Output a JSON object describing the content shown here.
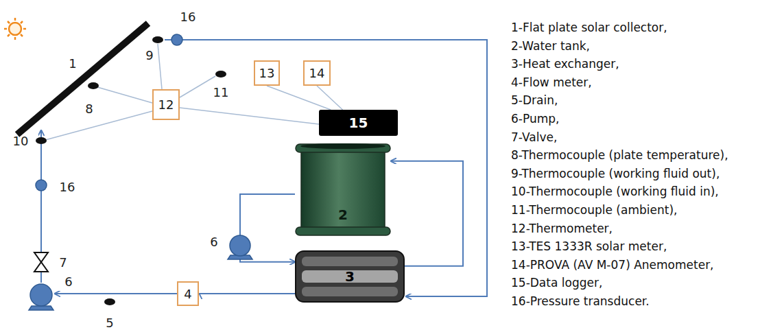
{
  "diagram": {
    "nodes": [
      {
        "text": [
          "13"
        ]
      },
      {
        "text": [
          "14"
        ]
      },
      {
        "text": [
          "12"
        ]
      },
      {
        "text": [
          "15"
        ]
      },
      {
        "text": [
          "2"
        ]
      },
      {
        "text": [
          "3"
        ]
      },
      {
        "text": [
          "4"
        ]
      }
    ],
    "edges": [
      {
        "from": 0,
        "to": 3,
        "arrow": "none"
      },
      {
        "from": 1,
        "to": 3,
        "arrow": "none"
      },
      {
        "from": 2,
        "to": 3,
        "arrow": "none"
      },
      {
        "from": 4,
        "to": 5,
        "arrow": "to"
      },
      {
        "from": 5,
        "to": 4,
        "arrow": "to"
      },
      {
        "from": 5,
        "to": 6,
        "arrow": "to"
      }
    ],
    "labels": [
      "1",
      "16",
      "9",
      "8",
      "11",
      "10",
      "16",
      "7",
      "6",
      "6",
      "5",
      "1-Flat plate solar collector,",
      "2-Water tank,",
      "3-Heat exchanger,",
      "4-Flow meter,",
      "5-Drain,",
      "6-Pump,",
      "7-Valve,",
      "8-Thermocouple (plate temperature),",
      "9-Thermocouple (working fluid out),",
      "10-Thermocouple (working fluid in),",
      "11-Thermocouple (ambient),",
      "12-Thermometer,",
      "13-TES 1333R solar meter,",
      "14-PROVA (AV M-07) Anemometer,",
      "15-Data logger,",
      "16-Pressure transducer."
    ]
  }
}
